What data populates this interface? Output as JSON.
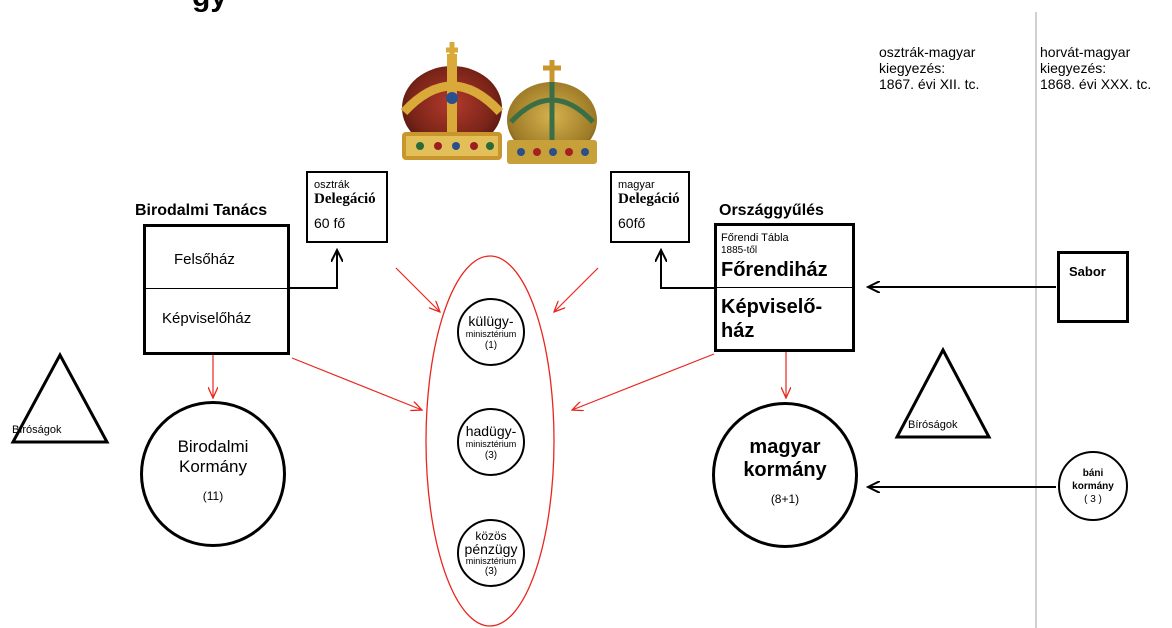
{
  "title_fragment": "gy",
  "treaties": {
    "austro_hungarian": {
      "line1": "osztrák-magyar",
      "line2": "kiegyezés:",
      "line3": "1867. évi XII. tc."
    },
    "croat_hungarian": {
      "line1": "horvát-magyar",
      "line2": "kiegyezés:",
      "line3": "1868. évi XXX. tc."
    }
  },
  "austrian": {
    "council_title": "Birodalmi Tanács",
    "upper_house": "Felsőház",
    "lower_house": "Képviselőház",
    "delegation": {
      "prefix": "osztrák",
      "name": "Delegáció",
      "size": "60 fő"
    },
    "courts": "Bíróságok",
    "government": {
      "line1": "Birodalmi",
      "line2": "Kormány",
      "count": "(11)"
    }
  },
  "hungarian": {
    "parliament_title": "Országgyűlés",
    "upper_house_old": "Főrendi Tábla",
    "upper_house_since": "1885-től",
    "upper_house": "Főrendiház",
    "lower_house_line1": "Képviselő-",
    "lower_house_line2": "ház",
    "delegation": {
      "prefix": "magyar",
      "name": "Delegáció",
      "size": "60fő"
    },
    "courts": "Bíróságok",
    "government": {
      "line1": "magyar",
      "line2": "kormány",
      "count": "(8+1)"
    }
  },
  "croatian": {
    "sabor": "Sabor",
    "government": {
      "line1": "báni",
      "line2": "kormány",
      "count": "( 3 )"
    }
  },
  "common_ministries": [
    {
      "line1": "külügy-",
      "line2": "minisztérium",
      "line3": "(1)"
    },
    {
      "line1": "hadügy-",
      "line2": "minisztérium",
      "line3": "(3)"
    },
    {
      "line0": "közös",
      "line1": "pénzügy",
      "line2": "minisztérium",
      "line3": "(3)"
    }
  ],
  "colors": {
    "arrow_red": "#e8261e",
    "black": "#000000",
    "divider": "#a0a0a0"
  },
  "icons": {
    "austrian_crown": "crown-icon",
    "holy_crown": "crown-icon"
  }
}
